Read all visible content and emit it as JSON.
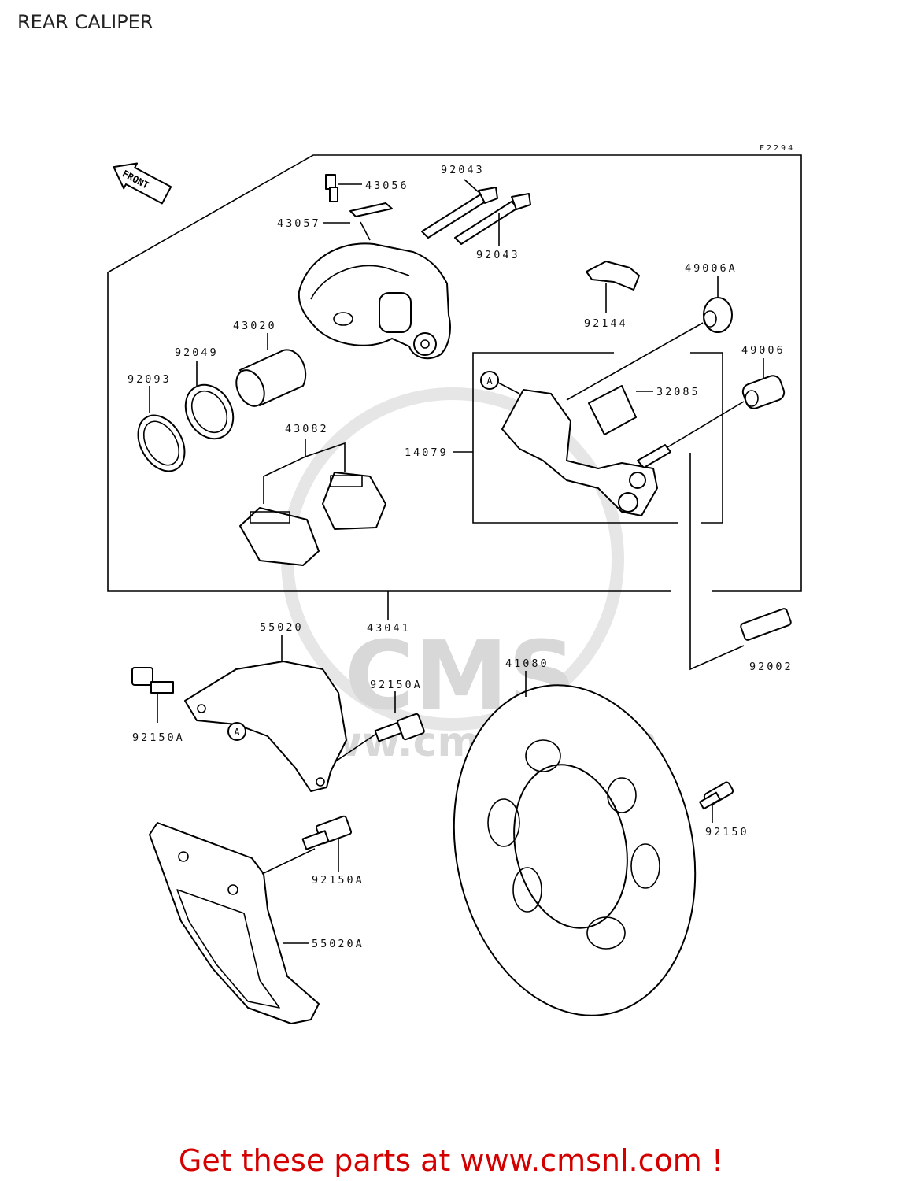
{
  "header": {
    "title": "REAR CALIPER"
  },
  "figure": {
    "code": "F2294",
    "front_label": "FRONT"
  },
  "watermark": {
    "logo_text": "CMS",
    "url_text": "www.cmsnl.com"
  },
  "parts": [
    {
      "number": "43056"
    },
    {
      "number": "92043"
    },
    {
      "number": "43057"
    },
    {
      "number": "92043"
    },
    {
      "number": "49006A"
    },
    {
      "number": "92144"
    },
    {
      "number": "43020"
    },
    {
      "number": "49006"
    },
    {
      "number": "92049"
    },
    {
      "number": "92093"
    },
    {
      "number": "32085"
    },
    {
      "number": "43082"
    },
    {
      "number": "14079"
    },
    {
      "number": "55020"
    },
    {
      "number": "43041"
    },
    {
      "number": "41080"
    },
    {
      "number": "92150A"
    },
    {
      "number": "92002"
    },
    {
      "number": "92150A"
    },
    {
      "number": "92150"
    },
    {
      "number": "92150A"
    },
    {
      "number": "55020A"
    }
  ],
  "callout_marker": "A",
  "footer": {
    "cta": "Get these parts at www.cmsnl.com !"
  },
  "colors": {
    "cta": "#d40000",
    "ink": "#000000",
    "watermark": "#d8d8d8"
  }
}
